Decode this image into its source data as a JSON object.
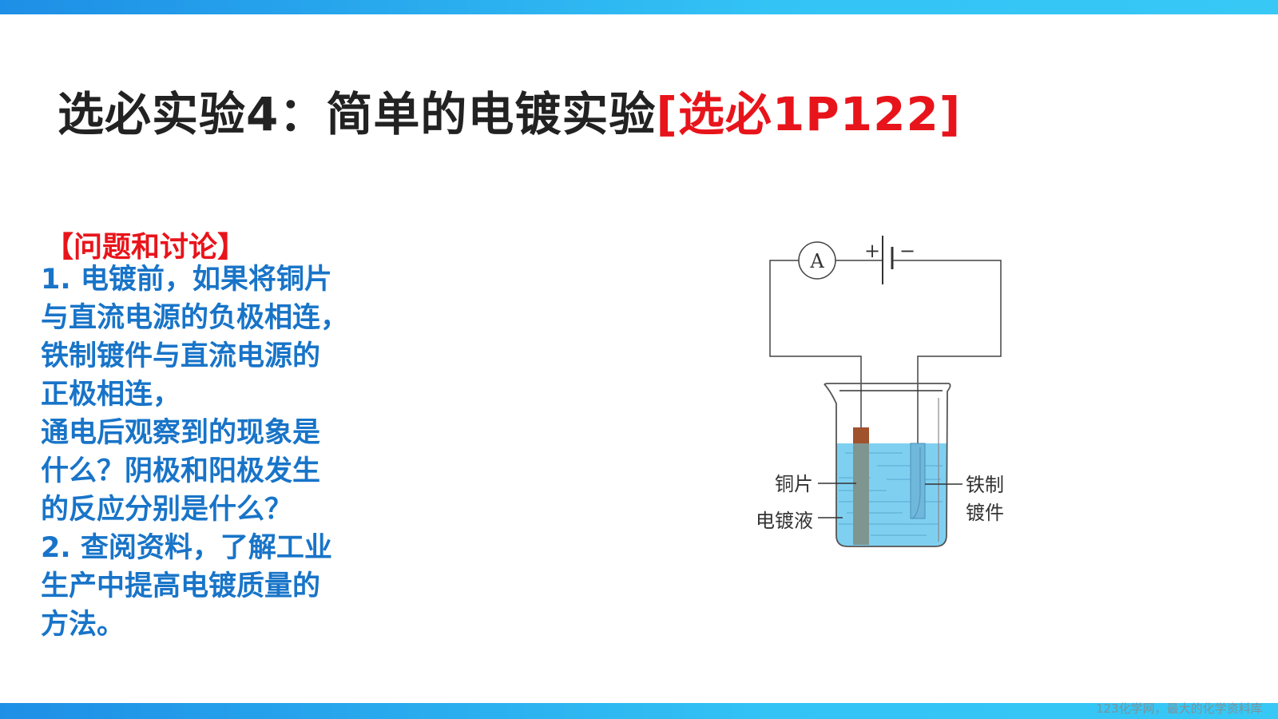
{
  "title": {
    "main": "选必实验4：简单的电镀实验",
    "ref": "[选必1P122]"
  },
  "discussion": {
    "heading": "【问题和讨论】",
    "lines": [
      "1. 电镀前，如果将铜片",
      "与直流电源的负极相连，",
      "铁制镀件与直流电源的",
      "正极相连，",
      "通电后观察到的现象是",
      "什么？阴极和阳极发生",
      "的反应分别是什么？",
      "2. 查阅资料，了解工业",
      "生产中提高电镀质量的",
      "方法。"
    ]
  },
  "diagram": {
    "ammeter": "A",
    "plus": "+",
    "minus": "−",
    "labels": {
      "copper": "铜片",
      "solution": "电镀液",
      "iron1": "铁制",
      "iron2": "镀件"
    },
    "colors": {
      "solution": "#7fd0f0",
      "copper": "#a0522d",
      "electrode": "#7f9590",
      "iron": "#6fb8dc"
    }
  },
  "watermark": "123化学网，最大的化学资料库",
  "colors": {
    "title": "#222222",
    "accent_red": "#e8141b",
    "body_blue": "#1874c8",
    "bar": "#33c3f5"
  }
}
